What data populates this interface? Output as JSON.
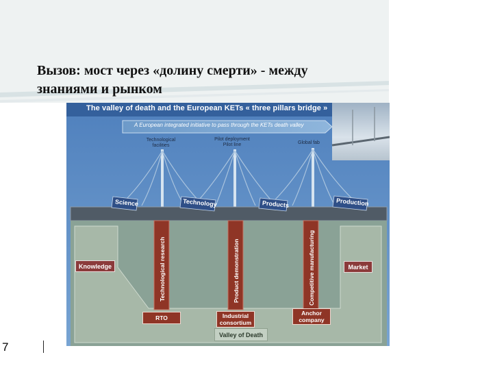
{
  "slide": {
    "title_line1": "Вызов: мост через «долину смерти» - между",
    "title_line2": "знаниями и рынком",
    "page_number": "7"
  },
  "diagram": {
    "title": "The valley of death and the European KETs « three pillars bridge »",
    "arrow_text": "A European integrated initiative to pass through the KETs death valley",
    "facilities": [
      {
        "line1": "Technological",
        "line2": "facilities"
      },
      {
        "line1": "Pilot deployment",
        "line2": "Pilot line"
      },
      {
        "line1": "Global fab",
        "line2": ""
      }
    ],
    "stages": [
      "Science",
      "Technology",
      "Products",
      "Production"
    ],
    "pillars": [
      "Technological research",
      "Product demonstration",
      "Competitive manufacturing"
    ],
    "bases": [
      {
        "line1": "RTO",
        "line2": ""
      },
      {
        "line1": "Industrial",
        "line2": "consortium"
      },
      {
        "line1": "Anchor",
        "line2": "company"
      }
    ],
    "left_label": "Knowledge",
    "right_label": "Market",
    "valley_label": "Valley of Death"
  },
  "colors": {
    "sky": "#5f8ec4",
    "deck": "#4f5a66",
    "pillar": "#8f3526",
    "tag": "#2f4f87",
    "ground": "#8aa296",
    "valley": "#a7b8a8"
  }
}
